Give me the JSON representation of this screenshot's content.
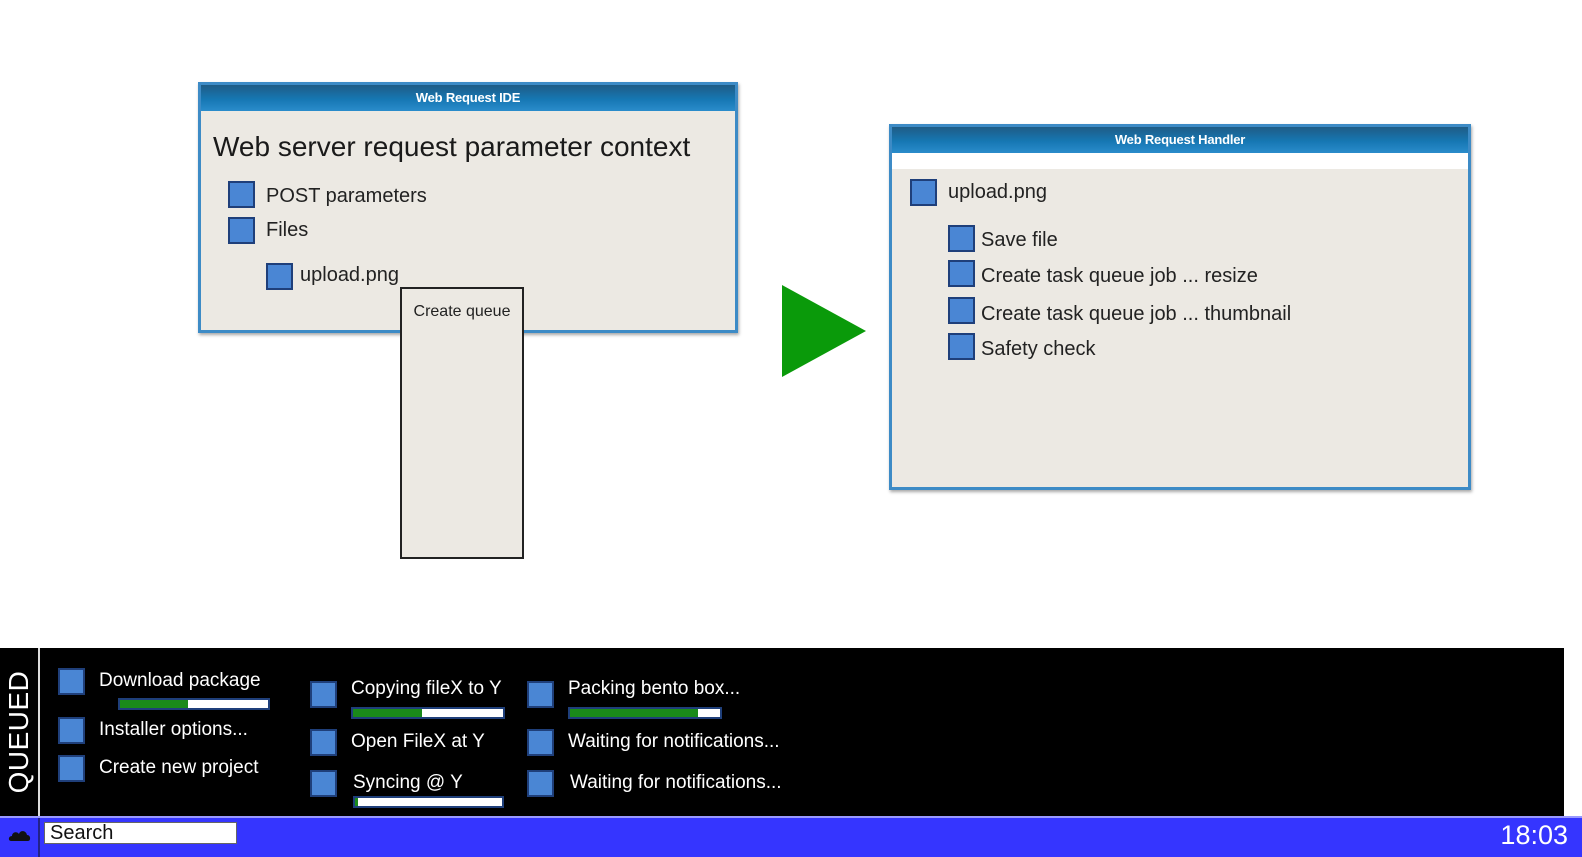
{
  "ide_window": {
    "title": "Web Request IDE",
    "heading": "Web server request parameter context",
    "items": [
      {
        "label": "POST parameters"
      },
      {
        "label": "Files"
      },
      {
        "label": "upload.png"
      }
    ]
  },
  "context_menu": {
    "item_label": "Create queue"
  },
  "handler_window": {
    "title": "Web Request Handler",
    "file_label": "upload.png",
    "actions": [
      {
        "label": "Save file"
      },
      {
        "label": "Create task queue job ... resize"
      },
      {
        "label": "Create task queue job ... thumbnail"
      },
      {
        "label": "Safety check"
      }
    ]
  },
  "queue_panel": {
    "tab_label": "QUEUED",
    "columns": [
      [
        {
          "label": "Download package",
          "progress": 0.46
        },
        {
          "label": "Installer options..."
        },
        {
          "label": "Create new project"
        }
      ],
      [
        {
          "label": "Copying fileX to Y",
          "progress": 0.46
        },
        {
          "label": "Open FileX at Y"
        },
        {
          "label": "Syncing @ Y",
          "progress": 0.02
        }
      ],
      [
        {
          "label": "Packing bento box...",
          "progress": 0.85
        },
        {
          "label": "Waiting for notifications..."
        },
        {
          "label": "Waiting for notifications..."
        }
      ]
    ]
  },
  "taskbar": {
    "search_placeholder": "Search",
    "clock": "18:03",
    "start_icon": "cloud-icon"
  },
  "colors": {
    "accent_blue": "#3d8bc6",
    "taskbar_blue": "#3535ff",
    "arrow_green": "#0a9a0a",
    "progress_green": "#1a8a1a"
  }
}
